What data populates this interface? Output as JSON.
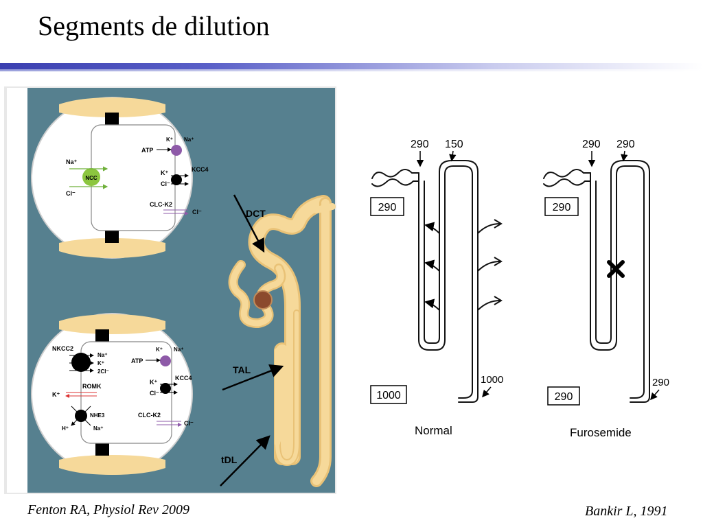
{
  "title": "Segments de dilution",
  "citations": {
    "left": "Fenton RA, Physiol Rev 2009",
    "right": "Bankir L, 1991"
  },
  "left_figure": {
    "segment_labels": [
      "DCT",
      "TAL",
      "tDL"
    ],
    "dct_cell": {
      "ncc": "NCC",
      "na": "Na⁺",
      "cl": "Cl⁻",
      "atp": "ATP",
      "k": "K⁺",
      "na_out": "Na⁺",
      "kcc4": "KCC4",
      "k2": "K⁺",
      "cl2": "Cl⁻",
      "clck2": "CLC-K2",
      "cl3": "Cl⁻"
    },
    "tal_cell": {
      "nkcc2": "NKCC2",
      "na": "Na⁺",
      "k": "K⁺",
      "cl2": "2Cl⁻",
      "romk": "ROMK",
      "k_romk": "K⁺",
      "nhe3": "NHE3",
      "h": "H⁺",
      "na_nhe": "Na⁺",
      "atp": "ATP",
      "k_pump": "K⁺",
      "na_pump": "Na⁺",
      "kcc4": "KCC4",
      "k_kcc": "K⁺",
      "cl_kcc": "Cl⁻",
      "clck2": "CLC-K2",
      "cl_clc": "Cl⁻"
    },
    "colors": {
      "background": "#56808f",
      "tubule": "#f6d99a",
      "ncc": "#8cc63f",
      "pump": "#8e5aa8"
    }
  },
  "right_figure": {
    "normal": {
      "caption": "Normal",
      "inflow": "290",
      "dct_value": "150",
      "cortex_box": "290",
      "medulla_box": "1000",
      "outflow": "1000"
    },
    "furosemide": {
      "caption": "Furosemide",
      "inflow": "290",
      "dct_value": "290",
      "cortex_box": "290",
      "medulla_box": "290",
      "outflow": "290"
    }
  }
}
